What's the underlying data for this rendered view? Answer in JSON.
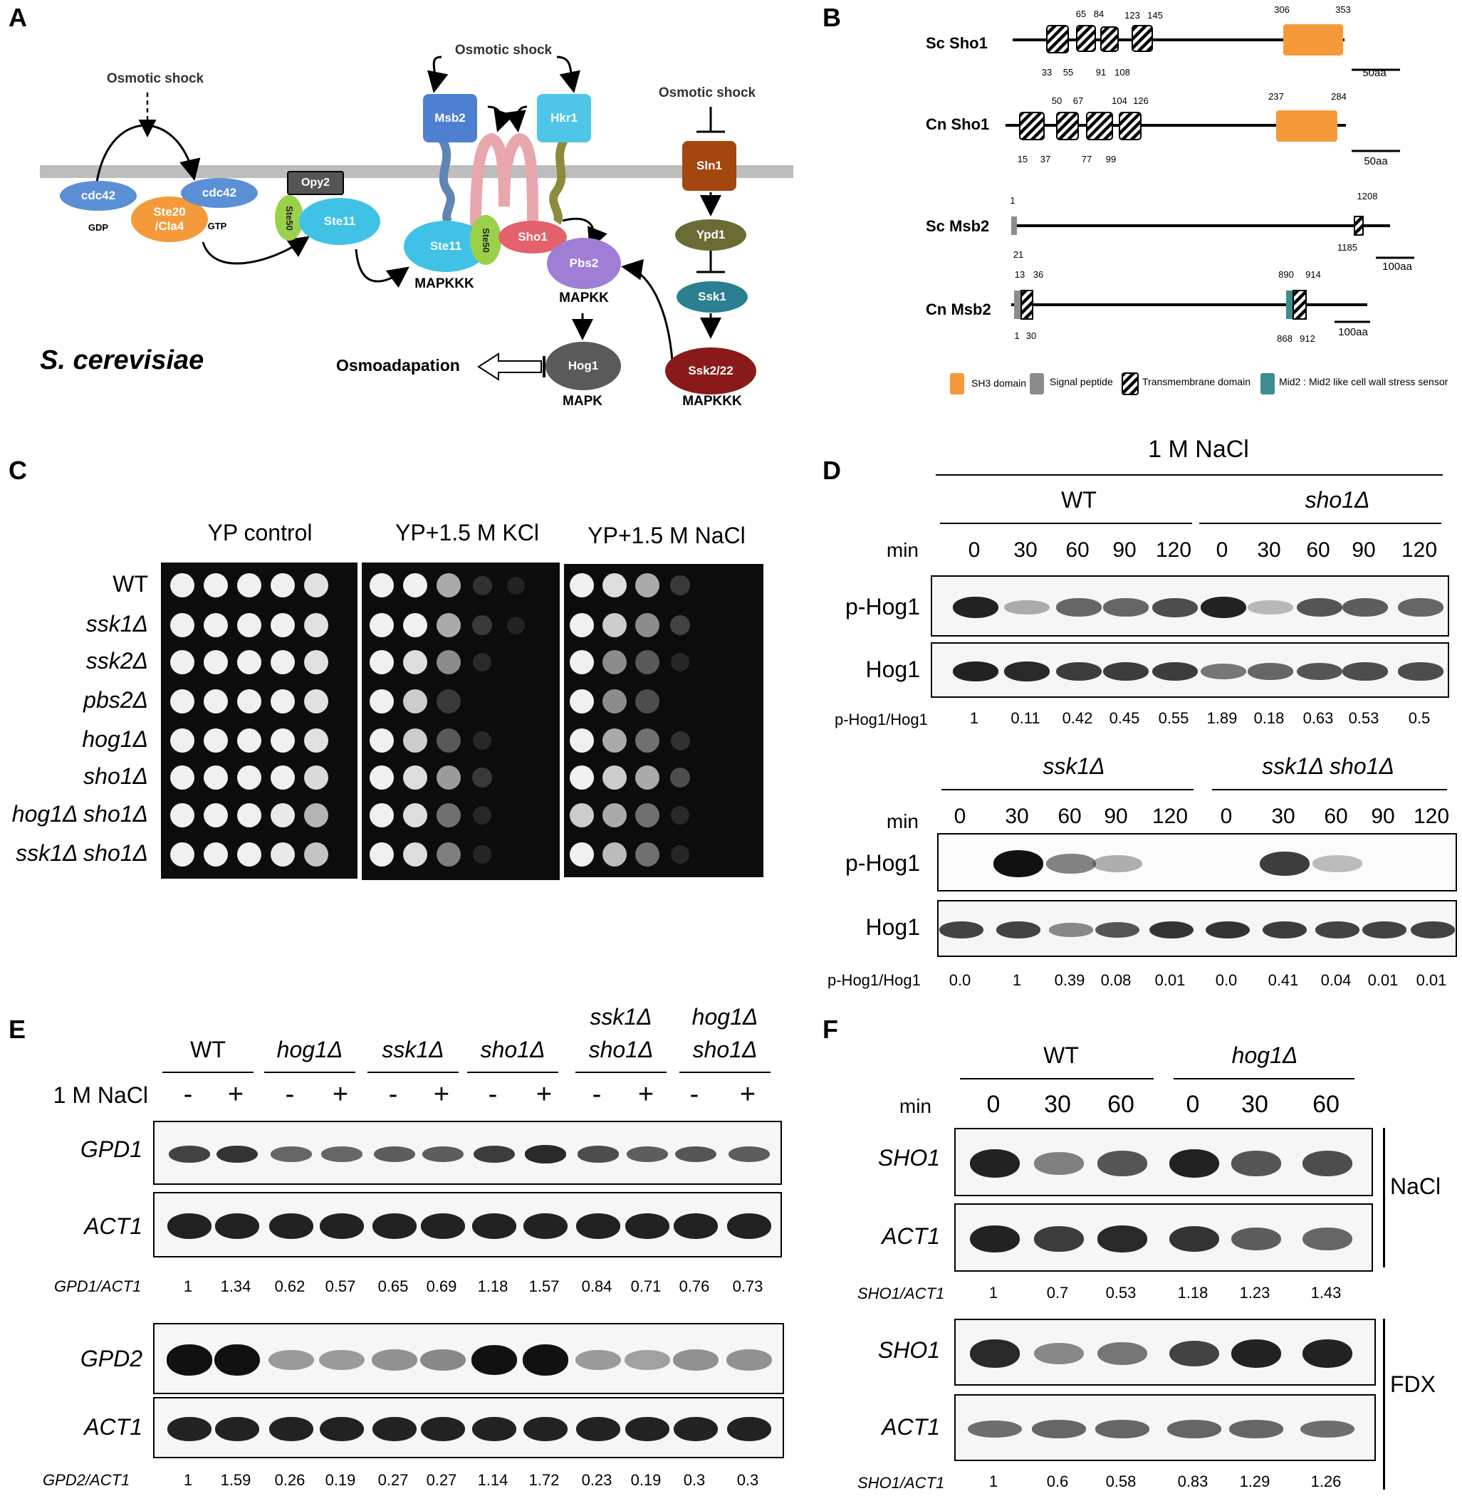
{
  "panels": {
    "a": "A",
    "b": "B",
    "c": "C",
    "d": "D",
    "e": "E",
    "f": "F"
  },
  "panel_a": {
    "osmotic_shock": "Osmotic shock",
    "nodes": {
      "cdc42_left": "cdc42",
      "gdp": "GDP",
      "ste20": "Ste20\n/Cla4",
      "cdc42_right": "cdc42",
      "gtp": "GTP",
      "opy2": "Opy2",
      "ste50_left": "Ste50",
      "ste11_top": "Ste11",
      "msb2": "Msb2",
      "hkr1": "Hkr1",
      "ste11": "Ste11",
      "ste50": "Ste50",
      "sho1": "Sho1",
      "pbs2": "Pbs2",
      "hog1": "Hog1",
      "sln1": "Sln1",
      "ypd1": "Ypd1",
      "ssk1": "Ssk1",
      "ssk2": "Ssk2/22"
    },
    "labels": {
      "mapkkk_left": "MAPKKK",
      "mapkk": "MAPKK",
      "mapk": "MAPK",
      "mapkkk_right": "MAPKKK",
      "osmoadaptation": "Osmoadapation",
      "species": "S. cerevisiae"
    }
  },
  "panel_b": {
    "proteins": [
      {
        "name": "Sc Sho1",
        "top_nums": [
          "65",
          "84",
          "123",
          "145",
          "306",
          "353"
        ],
        "bottom_nums": [
          "33",
          "55",
          "91",
          "108"
        ],
        "scale": "50aa"
      },
      {
        "name": "Cn Sho1",
        "top_nums": [
          "50",
          "67",
          "104",
          "126",
          "237",
          "284"
        ],
        "bottom_nums": [
          "15",
          "37",
          "77",
          "99"
        ],
        "scale": "50aa"
      },
      {
        "name": "Sc Msb2",
        "top_nums": [
          "1",
          "1208"
        ],
        "bottom_nums": [
          "21",
          "1185"
        ],
        "scale": "100aa"
      },
      {
        "name": "Cn Msb2",
        "top_nums": [
          "13",
          "36",
          "890",
          "914"
        ],
        "bottom_nums": [
          "1",
          "30",
          "868",
          "912"
        ],
        "scale": "100aa"
      }
    ],
    "legend": [
      {
        "label": "SH3 domain",
        "color": "#f59a3a"
      },
      {
        "label": "Signal peptide",
        "color": "#8c8c8c"
      },
      {
        "label": "Transmembrane domain",
        "color": "hatched"
      },
      {
        "label": "Mid2 : Mid2 like cell wall stress sensor",
        "color": "#3f8c8c"
      }
    ]
  },
  "panel_c": {
    "conditions": [
      "YP control",
      "YP+1.5 M KCl",
      "YP+1.5 M NaCl"
    ],
    "strains": [
      "WT",
      "ssk1Δ",
      "ssk2Δ",
      "pbs2Δ",
      "hog1Δ",
      "sho1Δ",
      "hog1Δ sho1Δ",
      "ssk1Δ sho1Δ"
    ]
  },
  "panel_d": {
    "treatment": "1 M NaCl",
    "min_label": "min",
    "ratio_label": "p-Hog1/Hog1",
    "rows": [
      "p-Hog1",
      "Hog1"
    ],
    "top": {
      "groups": [
        "WT",
        "sho1Δ"
      ],
      "times": [
        "0",
        "30",
        "60",
        "90",
        "120",
        "0",
        "30",
        "60",
        "90",
        "120"
      ],
      "ratios": [
        "1",
        "0.11",
        "0.42",
        "0.45",
        "0.55",
        "1.89",
        "0.18",
        "0.63",
        "0.53",
        "0.5"
      ]
    },
    "bottom": {
      "groups": [
        "ssk1Δ",
        "ssk1Δ sho1Δ"
      ],
      "times": [
        "0",
        "30",
        "60",
        "90",
        "120",
        "0",
        "30",
        "60",
        "90",
        "120"
      ],
      "ratios": [
        "0.0",
        "1",
        "0.39",
        "0.08",
        "0.01",
        "0.0",
        "0.41",
        "0.04",
        "0.01",
        "0.01"
      ]
    }
  },
  "panel_e": {
    "treatment": "1 M NaCl",
    "groups": [
      [
        "WT"
      ],
      [
        "hog1Δ"
      ],
      [
        "ssk1Δ"
      ],
      [
        "sho1Δ"
      ],
      [
        "ssk1Δ",
        "sho1Δ"
      ],
      [
        "hog1Δ",
        "sho1Δ"
      ]
    ],
    "signs": [
      "-",
      "+",
      "-",
      "+",
      "-",
      "+",
      "-",
      "+",
      "-",
      "+",
      "-",
      "+"
    ],
    "blot1": {
      "rows": [
        "GPD1",
        "ACT1"
      ],
      "ratio_label": "GPD1/ACT1",
      "ratios": [
        "1",
        "1.34",
        "0.62",
        "0.57",
        "0.65",
        "0.69",
        "1.18",
        "1.57",
        "0.84",
        "0.71",
        "0.76",
        "0.73"
      ]
    },
    "blot2": {
      "rows": [
        "GPD2",
        "ACT1"
      ],
      "ratio_label": "GPD2/ACT1",
      "ratios": [
        "1",
        "1.59",
        "0.26",
        "0.19",
        "0.27",
        "0.27",
        "1.14",
        "1.72",
        "0.23",
        "0.19",
        "0.3",
        "0.3"
      ]
    }
  },
  "panel_f": {
    "groups": [
      "WT",
      "hog1Δ"
    ],
    "min_label": "min",
    "times": [
      "0",
      "30",
      "60",
      "0",
      "30",
      "60"
    ],
    "blot1": {
      "condition": "NaCl",
      "rows": [
        "SHO1",
        "ACT1"
      ],
      "ratio_label": "SHO1/ACT1",
      "ratios": [
        "1",
        "0.7",
        "0.53",
        "1.18",
        "1.23",
        "1.43"
      ]
    },
    "blot2": {
      "condition": "FDX",
      "rows": [
        "SHO1",
        "ACT1"
      ],
      "ratio_label": "SHO1/ACT1",
      "ratios": [
        "1",
        "0.6",
        "0.58",
        "0.83",
        "1.29",
        "1.26"
      ]
    }
  }
}
